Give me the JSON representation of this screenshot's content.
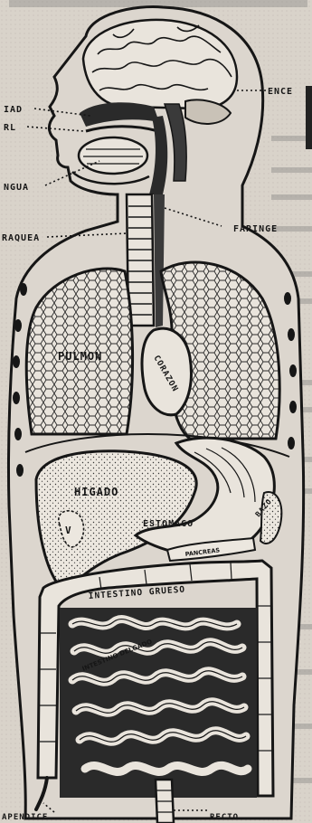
{
  "labels": {
    "encefalo": "ENCE",
    "cavidad_top": "IAD",
    "cavidad_bottom": "RL",
    "lengua": "NGUA",
    "traquea": "RAQUEA",
    "faringe": "FARINGE",
    "pulmon": "PULMON",
    "corazon": "CORAZON",
    "higado": "HIGADO",
    "vesicula": "V",
    "estomago": "ESTOMAGO",
    "pancreas": "PANCREAS",
    "bazo": "BAZO",
    "intestino_grueso": "INTESTINO GRUESO",
    "intestino_delgado": "INTESTINO DELGADO",
    "apendice": "APENDICE",
    "recto": "RECTO"
  },
  "colors": {
    "paper": "#dcd6ce",
    "ink": "#161616",
    "organ_fill": "#e9e4dc",
    "shade": "#b9b2a8"
  }
}
